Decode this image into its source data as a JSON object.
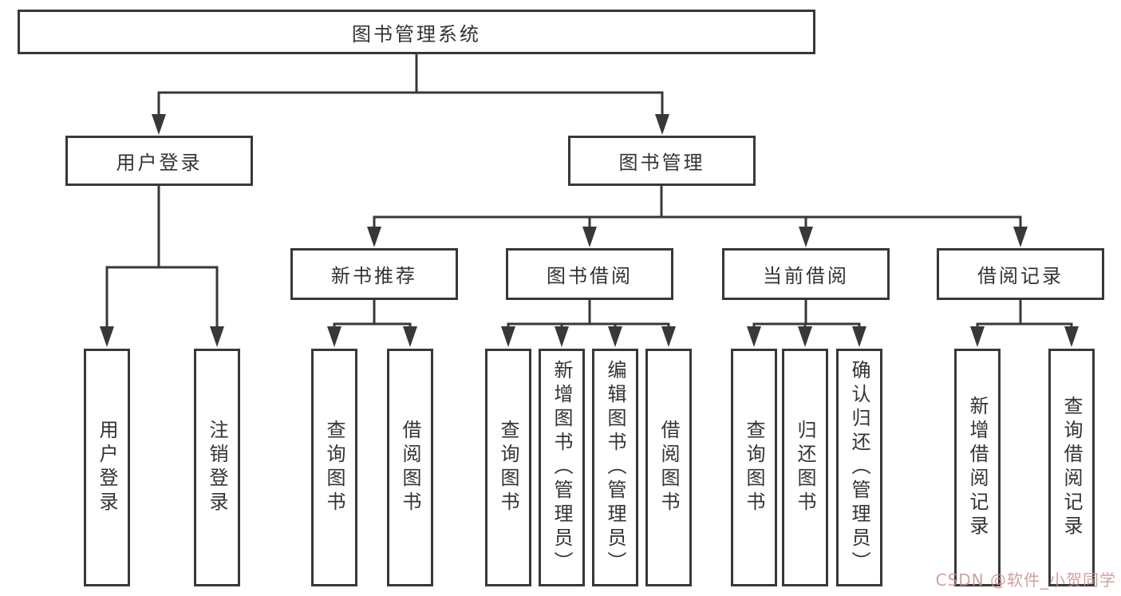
{
  "diagram": {
    "type": "hierarchy-tree",
    "title": "图书管理系统",
    "tree": {
      "label": "图书管理系统",
      "children": [
        {
          "label": "用户登录",
          "children": [
            {
              "label": "用户登录"
            },
            {
              "label": "注销登录"
            }
          ]
        },
        {
          "label": "图书管理",
          "children": [
            {
              "label": "新书推荐",
              "children": [
                {
                  "label": "查询图书"
                },
                {
                  "label": "借阅图书"
                }
              ]
            },
            {
              "label": "图书借阅",
              "children": [
                {
                  "label": "查询图书"
                },
                {
                  "label": "新增图书（管理员）"
                },
                {
                  "label": "编辑图书（管理员）"
                },
                {
                  "label": "借阅图书"
                }
              ]
            },
            {
              "label": "当前借阅",
              "children": [
                {
                  "label": "查询图书"
                },
                {
                  "label": "归还图书"
                },
                {
                  "label": "确认归还（管理员）"
                }
              ]
            },
            {
              "label": "借阅记录",
              "children": [
                {
                  "label": "新增借阅记录"
                },
                {
                  "label": "查询借阅记录"
                }
              ]
            }
          ]
        }
      ]
    },
    "watermark": "CSDN @软件_小贺同学",
    "colors": {
      "line": "#383838",
      "box_border": "#383838",
      "text": "#333333",
      "background": "#ffffff",
      "watermark": "#c98f8f"
    }
  }
}
